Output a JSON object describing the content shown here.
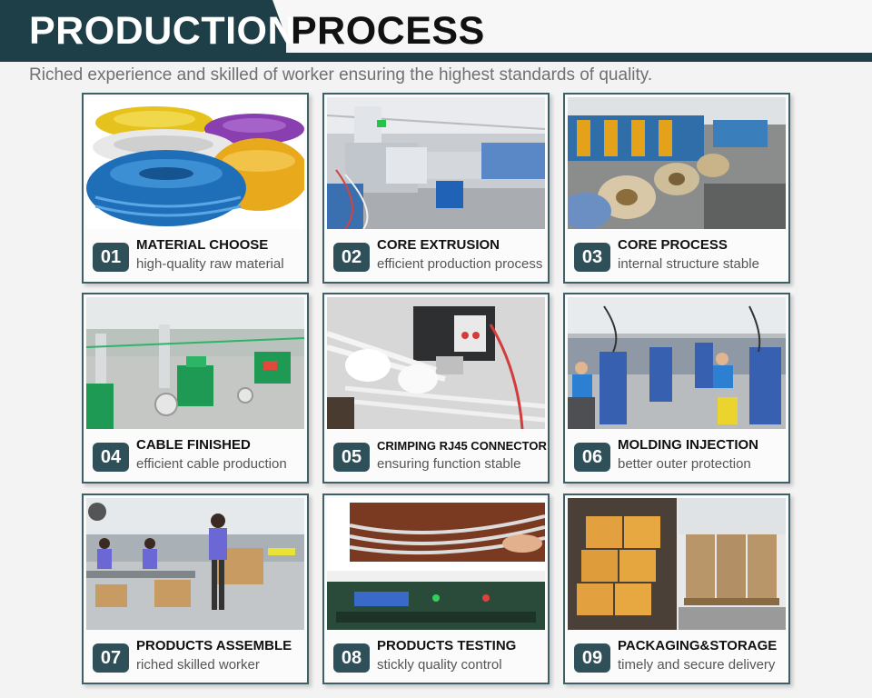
{
  "header": {
    "title_part1": "PRODUCTION",
    "title_part2": "PROCESS",
    "subtitle": "Riched experience and skilled of worker ensuring the highest standards of quality."
  },
  "colors": {
    "header_dark": "#1e3f48",
    "card_border": "#3e5f68",
    "number_badge": "#2f5059"
  },
  "steps": [
    {
      "number": "01",
      "title": "MATERIAL CHOOSE",
      "description": "high-quality raw material",
      "photo": "colorful cable coils"
    },
    {
      "number": "02",
      "title": "CORE EXTRUSION",
      "description": "efficient production process",
      "photo": "extrusion machinery line"
    },
    {
      "number": "03",
      "title": "CORE PROCESS",
      "description": "internal structure stable",
      "photo": "cable reels on factory floor"
    },
    {
      "number": "04",
      "title": "CABLE FINISHED",
      "description": "efficient cable production",
      "photo": "green cable machines"
    },
    {
      "number": "05",
      "title": "CRIMPING RJ45 CONNECTOR",
      "description": "ensuring function stable",
      "photo": "gloved hands crimping connector"
    },
    {
      "number": "06",
      "title": "MOLDING INJECTION",
      "description": "better outer protection",
      "photo": "workers at molding machines"
    },
    {
      "number": "07",
      "title": "PRODUCTS ASSEMBLE",
      "description": "riched skilled worker",
      "photo": "assembly line workers"
    },
    {
      "number": "08",
      "title": "PRODUCTS TESTING",
      "description": "stickly quality control",
      "photo": "cable tester device"
    },
    {
      "number": "09",
      "title": "PACKAGING&STORAGE",
      "description": "timely and secure delivery",
      "photo": "cartons on pallets"
    }
  ]
}
